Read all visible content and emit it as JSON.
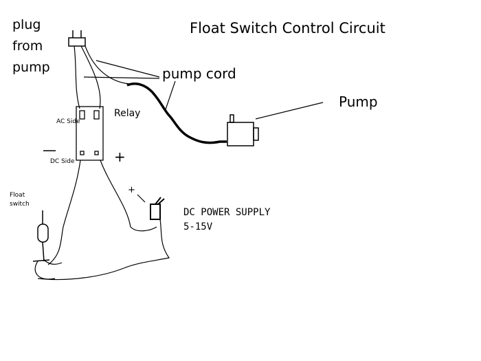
{
  "title": "Float Switch Control Circuit",
  "labels": {
    "plug": "plug from pump",
    "pump_cord": "pump cord",
    "pump": "Pump",
    "relay": "Relay",
    "ac_side": "AC Side",
    "dc_side": "DC Side",
    "float_switch": "Float switch",
    "dc_power": "DC POWER SUPPLY 5-15V"
  },
  "symbols": {
    "plus_relay": "+",
    "plus_supply": "+",
    "minus": "—"
  },
  "colors": {
    "line": "#000000",
    "background": "#ffffff"
  }
}
